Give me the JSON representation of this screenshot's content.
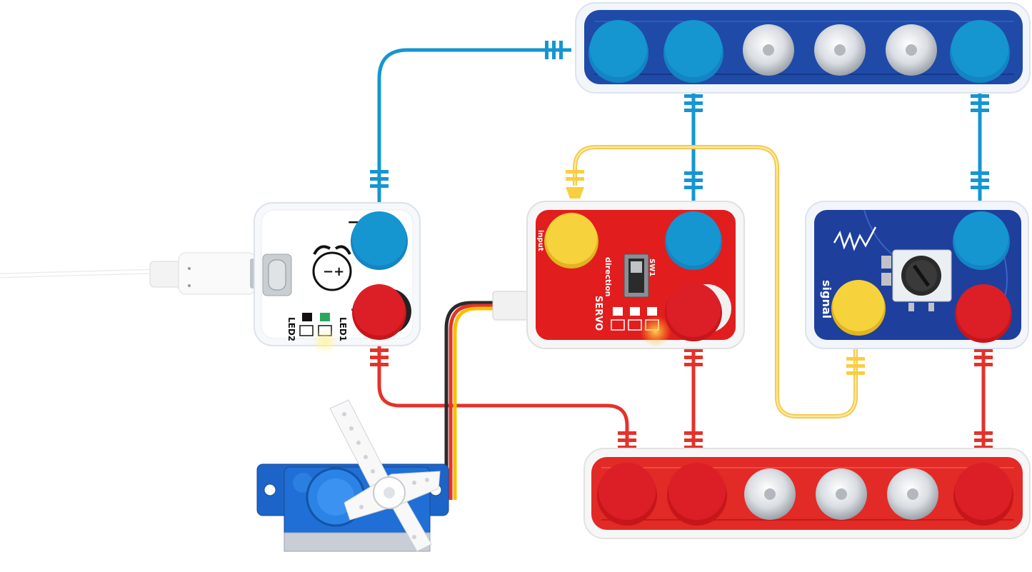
{
  "power_module": {
    "labels": {
      "led1": "LED1",
      "led2": "LED2",
      "minus": "−",
      "plus": "+",
      "face": "−+"
    }
  },
  "servo_driver": {
    "labels": {
      "servo": "SERVO",
      "direction": "direction",
      "sw1": "SW1",
      "input": "input"
    }
  },
  "potentiometer": {
    "labels": {
      "signal": "signal"
    }
  },
  "colors": {
    "blue_wire": "#1596d1",
    "red_wire": "#e4322b",
    "yellow_wire": "#f9cf3d",
    "blue_bus": "#1f4aa8",
    "red_bus": "#e22a26",
    "red_board": "#e21d1d",
    "blue_board": "#1e3f9c",
    "white_board": "#f6f8fb",
    "servo_body": "#1d64c8"
  }
}
